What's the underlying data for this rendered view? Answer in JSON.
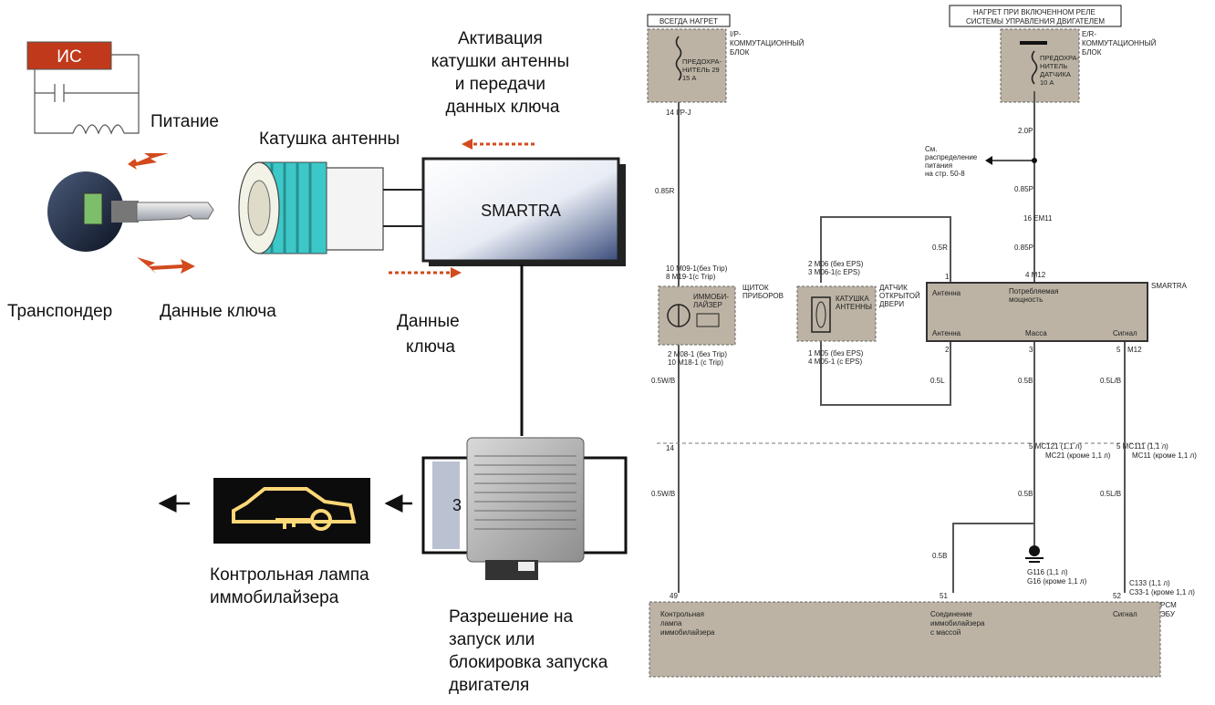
{
  "left": {
    "ic_label": "ИС",
    "power_label": "Питание",
    "antenna_coil_label": "Катушка антенны",
    "activation_label": [
      "Активация",
      "катушки антенны",
      "и передачи",
      "данных ключа"
    ],
    "smartra_label": "SMARTRA",
    "transponder_label": "Транспондер",
    "key_data_label": "Данные ключа",
    "key_data2_label": [
      "Данные",
      "ключа"
    ],
    "lamp_label": [
      "Контрольная лампа",
      "иммобилайзера"
    ],
    "ecu_label": [
      "Разрешение на",
      "запуск или",
      "блокировка запуска",
      "двигателя"
    ],
    "ecu_plate": "3"
  },
  "right": {
    "always_hot": "ВСЕГДА НАГРЕТ",
    "relay_hot": [
      "НАГРЕТ ПРИ ВКЛЮЧЕННОМ РЕЛЕ",
      "СИСТЕМЫ УПРАВЛЕНИЯ ДВИГАТЕЛЕМ"
    ],
    "ip_block": [
      "I/P-",
      "КОММУТАЦИОННЫЙ",
      "БЛОК"
    ],
    "er_block": [
      "E/R-",
      "КОММУТАЦИОННЫЙ",
      "БЛОК"
    ],
    "fuse29": [
      "ПРЕДОХРА-",
      "НИТЕЛЬ 29",
      "15 A"
    ],
    "fuse_sensor": [
      "ПРЕДОХРА-",
      "НИТЕЛЬ",
      "ДАТЧИКА",
      "10 A"
    ],
    "ipj": "14  I/P-J",
    "w_2_0p": "2.0P",
    "see_power": [
      "См.",
      "распределение",
      "питания",
      "на стр. 50-8"
    ],
    "w_0_85p_a": "0.85P",
    "w_0_85p_b": "0.85P",
    "w_0_85r": "0.85R",
    "em11": "16  EM11",
    "w_0_5r": "0.5R",
    "m12_top": "4  M12",
    "m09": [
      "10  M09-1(без Trip)",
      "8   M19-1(с Trip)"
    ],
    "m06": [
      "2  M06 (без EPS)",
      "3  M06-1(с EPS)"
    ],
    "m08": [
      "2  M08-1 (без Trip)",
      "10  M18-1 (с Trip)"
    ],
    "m05": [
      "1  M05 (без EPS)",
      "4  M05-1 (с EPS)"
    ],
    "immo_label": [
      "ИММОБИ-",
      "ЛАЙЗЕР"
    ],
    "cluster_label": [
      "ЩИТОК",
      "ПРИБОРОВ"
    ],
    "antenna_coil": [
      "КАТУШКА",
      "АНТЕННЫ"
    ],
    "door_sensor": [
      "ДАТЧИК",
      "ОТКРЫТОЙ",
      "ДВЕРИ"
    ],
    "smartra": "SMARTRA",
    "sm_antenna_top": "Антенна",
    "sm_consumed": [
      "Потребляемая",
      "мощность"
    ],
    "sm_antenna_bot": "Антенна",
    "sm_ground": "Масса",
    "sm_signal": "Сигнал",
    "pin1": "1",
    "pin2": "2",
    "pin3": "3",
    "pin5": "5",
    "m12_bot": "M12",
    "w_0_5wb_a": "0.5W/B",
    "w_0_5l": "0.5L",
    "w_0_5b_a": "0.5B",
    "w_0_5lb_a": "0.5L/B",
    "pin14": "14",
    "mc121": [
      "5  MC121 (1,1 л)",
      "MC21 (кроме 1,1 л)"
    ],
    "mc111": [
      "5  MC111 (1,1 л)",
      "MC11 (кроме 1,1 л)"
    ],
    "w_0_5wb_b": "0.5W/B",
    "w_0_5b_b": "0.5B",
    "w_0_5lb_b": "0.5L/B",
    "w_0_5b_c": "0.5B",
    "g116": [
      "G116 (1,1 л)",
      "G16 (кроме 1,1 л)"
    ],
    "c133": [
      "C133 (1,1 л)",
      "C33-1 (кроме 1,1 л)"
    ],
    "pin49": "49",
    "pin51": "51",
    "pin52": "52",
    "pcm": [
      "PCM",
      "ЭБУ"
    ],
    "pcm_lamp": [
      "Контрольная",
      "лампа",
      "иммобилайзера"
    ],
    "pcm_ground": [
      "Соединение",
      "иммобилайзера",
      "с массой"
    ],
    "pcm_signal": "Сигнал"
  },
  "colors": {
    "ic_red": "#c0391b",
    "arrow_red": "#d24a1e",
    "coil_cyan": "#3cc8c8",
    "component_gray": "#bcb3a4",
    "lamp_glow": "#ffd878"
  }
}
